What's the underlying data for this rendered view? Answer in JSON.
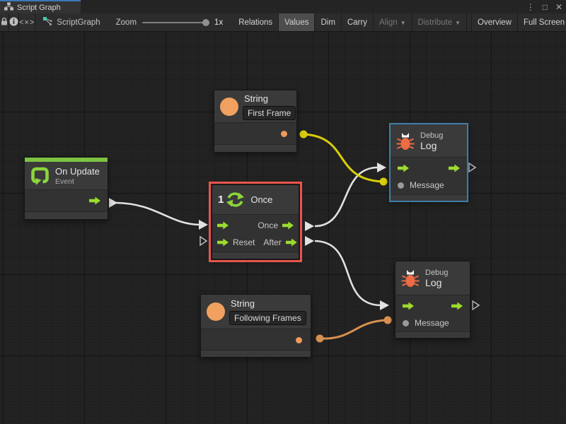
{
  "tab": {
    "title": "Script Graph"
  },
  "window_controls": {
    "menu_icon": "⋮",
    "maximize_icon": "□",
    "close_icon": "✕"
  },
  "toolbar": {
    "code_button": "<×>",
    "graph_name": "ScriptGraph",
    "zoom_label": "Zoom",
    "zoom_value": "1x",
    "dropdown_glyph": "▼",
    "buttons": [
      {
        "label": "Relations",
        "state": "normal"
      },
      {
        "label": "Values",
        "state": "selected"
      },
      {
        "label": "Dim",
        "state": "normal"
      },
      {
        "label": "Carry",
        "state": "normal"
      },
      {
        "label": "Align",
        "state": "disabled",
        "has_dropdown": true
      },
      {
        "label": "Distribute",
        "state": "disabled",
        "has_dropdown": true
      },
      {
        "label": "Overview",
        "state": "normal"
      },
      {
        "label": "Full Screen",
        "state": "normal"
      }
    ]
  },
  "graph": {
    "nodes": {
      "string_top": {
        "title": "String",
        "value": "First Frame"
      },
      "on_update": {
        "title": "On Update",
        "subtitle": "Event"
      },
      "once": {
        "badge": "1",
        "title": "Once",
        "out_once_label": "Once",
        "in_reset_label": "Reset",
        "out_after_label": "After",
        "selected": true
      },
      "debug_log_top": {
        "kind": "Debug",
        "title": "Log",
        "message_label": "Message",
        "highlighted": true
      },
      "debug_log_bottom": {
        "kind": "Debug",
        "title": "Log",
        "message_label": "Message"
      },
      "string_bottom": {
        "title": "String",
        "value": "Following Frames"
      }
    },
    "connections": [
      {
        "from": "on_update.flow_out",
        "to": "once.flow_in",
        "color": "#E2E2E2"
      },
      {
        "from": "once.once_out",
        "to": "debug_log_top.flow_in",
        "color": "#E2E2E2"
      },
      {
        "from": "once.after_out",
        "to": "debug_log_bottom.flow_in",
        "color": "#E2E2E2"
      },
      {
        "from": "string_top.value_out",
        "to": "debug_log_top.message_in",
        "color": "#D9CE0B"
      },
      {
        "from": "string_bottom.value_out",
        "to": "debug_log_bottom.message_in",
        "color": "#D8904F"
      }
    ]
  },
  "colors": {
    "accent_blue": "#3C76BB",
    "selection_red": "#E8564B",
    "highlight_blue_border": "#3E7EA8",
    "event_green": "#7DC443",
    "flow_green": "#9CDB2E",
    "value_orange": "#EE9A5C",
    "wire_white": "#E2E2E2",
    "wire_yellow": "#D9CE0B",
    "wire_orange": "#D8904F",
    "canvas_bg": "#222222",
    "node_bg": "#3A3A3A"
  }
}
